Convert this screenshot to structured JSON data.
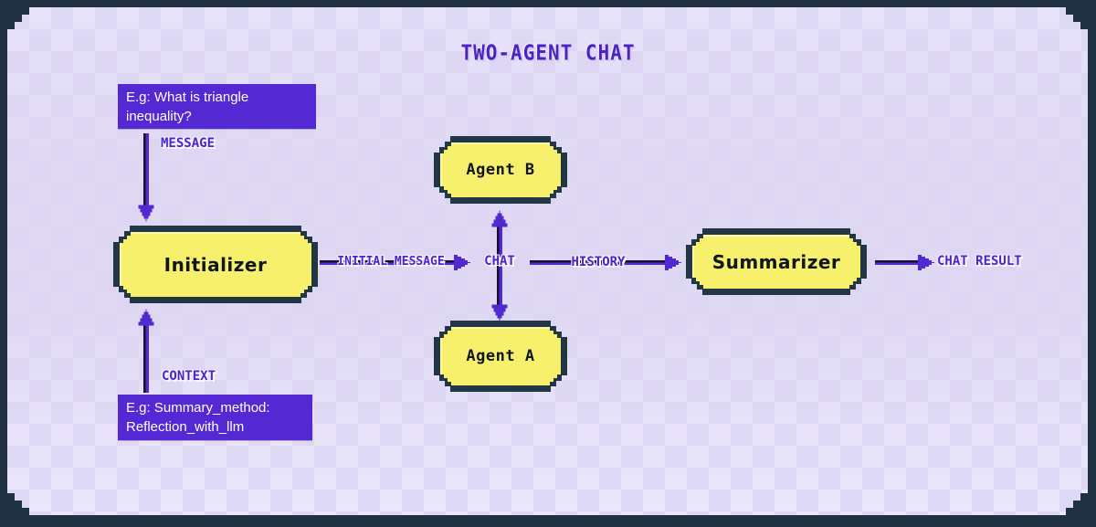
{
  "title": "TWO-AGENT CHAT",
  "annotations": {
    "message_example": "E.g: What is triangle inequality?",
    "context_example": "E.g: Summary_method: Reflection_with_llm"
  },
  "nodes": {
    "initializer": "Initializer",
    "agent_b": "Agent B",
    "agent_a": "Agent A",
    "summarizer": "Summarizer"
  },
  "edges": {
    "message": "MESSAGE",
    "context": "CONTEXT",
    "initial_message": "INITIAL MESSAGE",
    "chat": "CHAT",
    "history": "HISTORY",
    "chat_result": "CHAT RESULT"
  },
  "colors": {
    "frame": "#1f3040",
    "background": "#ddd8f4",
    "checker": "#eae6fb",
    "node_fill": "#f7f06d",
    "node_border": "#223743",
    "note_fill": "#5429d3",
    "accent_purple": "#5229cf",
    "label_purple": "#4c24c8",
    "line_dark": "#17102e"
  }
}
